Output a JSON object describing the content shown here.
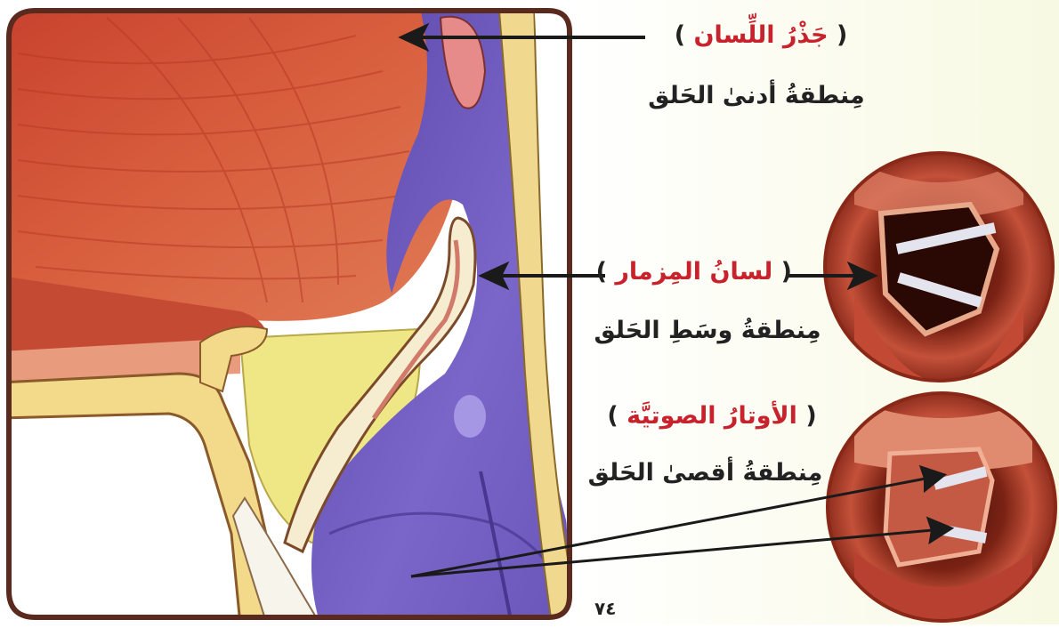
{
  "labels": {
    "root": {
      "term": "جَذْرُ اللِّسان",
      "zone": "مِنطقةُ أدنىٰ الحَلق"
    },
    "epiglottis": {
      "term": "لسانُ المِزمار",
      "zone": "مِنطقةُ وسَطِ الحَلق"
    },
    "cords": {
      "term": "الأوتارُ الصوتيَّة",
      "zone": "مِنطقةُ أقصىٰ الحَلق"
    }
  },
  "paren_open": "(",
  "paren_close": ")",
  "page_number": "٧٤",
  "colors": {
    "frame": "#5a2a1e",
    "tongue": "#d4553a",
    "pharynx": "#6a55b8",
    "cartilage": "#f2e6b4",
    "gland": "#efe685",
    "label_red": "#c8232c",
    "background_right": "#fbfbea"
  }
}
